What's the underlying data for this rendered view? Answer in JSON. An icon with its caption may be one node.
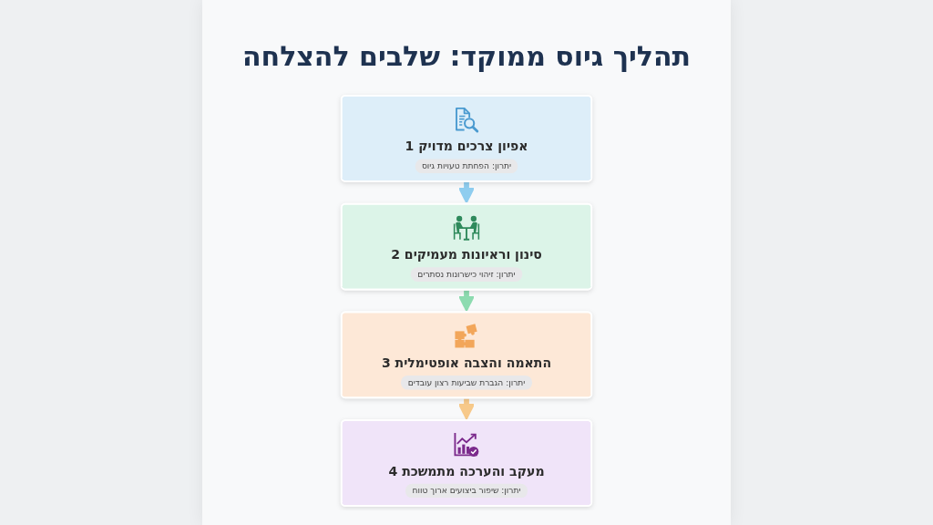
{
  "diagram": {
    "title": "תהליך גיוס ממוקד: שלבים להצלחה",
    "nodes": [
      {
        "text": [
          "אפיון צרכים מדויק 1",
          "יתרון: הפחתת טעויות גיוס"
        ]
      },
      {
        "text": [
          "סינון וראיונות מעמיקים 2",
          "יתרון: זיהוי כישרונות נסתרים"
        ]
      },
      {
        "text": [
          "התאמה והצבה אופטימלית 3",
          "יתרון: הגברת שביעות רצון עובדים"
        ]
      },
      {
        "text": [
          "מעקב והערכה מתמשכת 4",
          "יתרון: שיפור ביצועים ארוך טווח"
        ]
      }
    ],
    "edges": [
      {
        "from": 0,
        "to": 1,
        "arrow": "to",
        "color": "#8fcdef"
      },
      {
        "from": 1,
        "to": 2,
        "arrow": "to",
        "color": "#8ddbb0"
      },
      {
        "from": 2,
        "to": 3,
        "arrow": "to",
        "color": "#f7c98a"
      }
    ]
  }
}
